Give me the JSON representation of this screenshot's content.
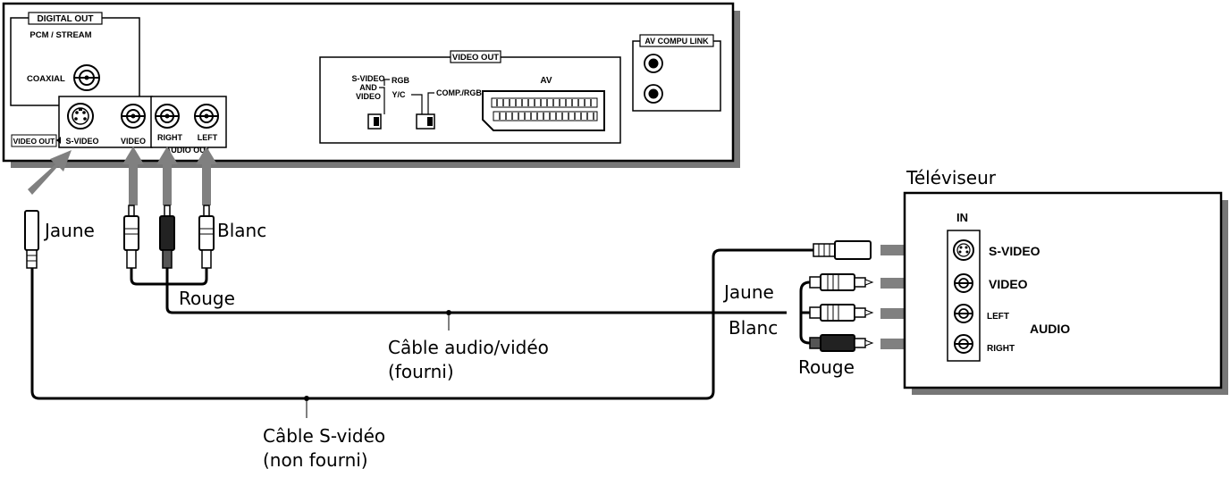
{
  "player": {
    "digital_out": "DIGITAL OUT",
    "pcm_stream": "PCM / STREAM",
    "coaxial": "COAXIAL",
    "video_out_left": "VIDEO OUT",
    "s_video": "S-VIDEO",
    "video": "VIDEO",
    "right": "RIGHT",
    "left": "LEFT",
    "audio_out": "AUDIO OUT",
    "video_out_panel": "VIDEO OUT",
    "svideo_and_video_1": "S-VIDEO",
    "svideo_and_video_2": "AND",
    "svideo_and_video_3": "VIDEO",
    "rgb": "RGB",
    "yc": "Y/C",
    "comp_rgb": "COMP./RGB",
    "av": "AV",
    "av_compu_link": "AV COMPU LINK"
  },
  "tv": {
    "title": "Téléviseur",
    "in": "IN",
    "s_video": "S-VIDEO",
    "video": "VIDEO",
    "left": "LEFT",
    "right": "RIGHT",
    "audio": "AUDIO"
  },
  "labels": {
    "jaune_left": "Jaune",
    "blanc_left": "Blanc",
    "rouge_left": "Rouge",
    "av_cable_1": "Câble audio/vidéo",
    "av_cable_2": "(fourni)",
    "sv_cable_1": "Câble S-vidéo",
    "sv_cable_2": "(non fourni)",
    "jaune_right": "Jaune",
    "blanc_right": "Blanc",
    "rouge_right": "Rouge"
  }
}
